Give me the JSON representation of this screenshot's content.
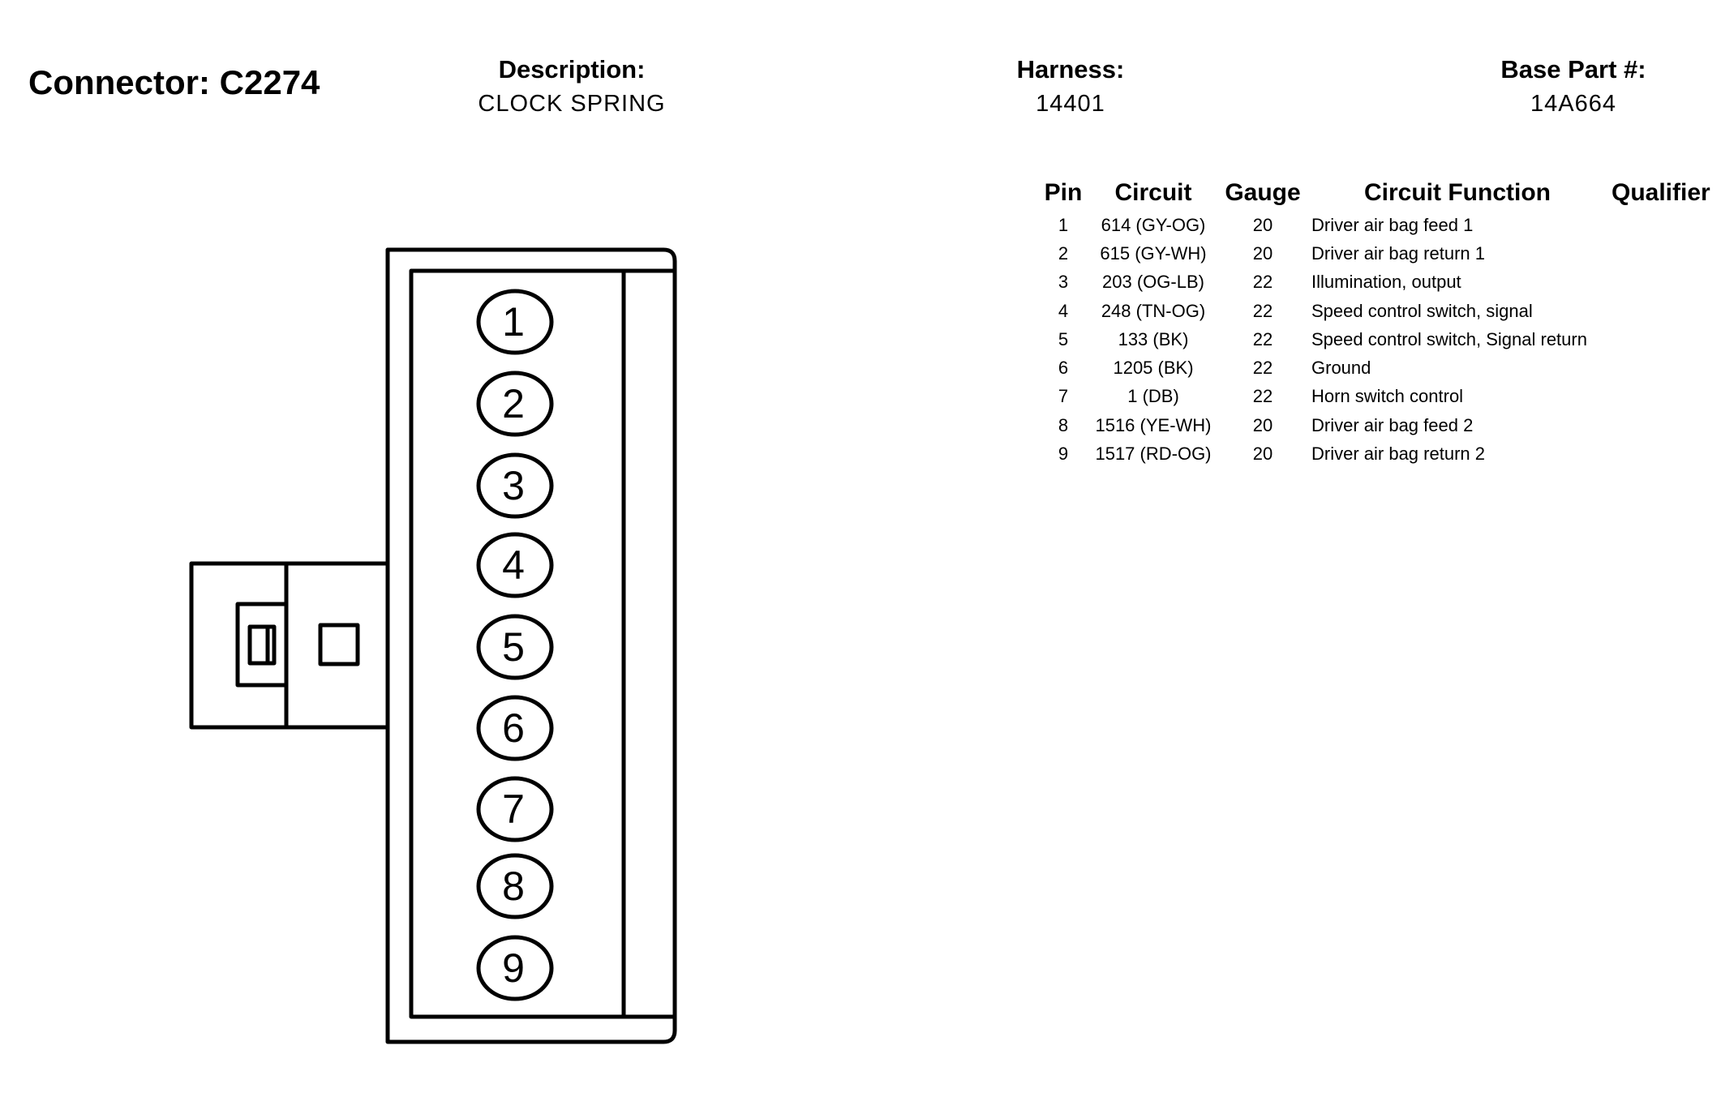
{
  "connector": {
    "title": "Connector: C2274",
    "description_label": "Description:",
    "description_value": "CLOCK SPRING",
    "harness_label": "Harness:",
    "harness_value": "14401",
    "base_part_label": "Base Part #:",
    "base_part_value": "14A664"
  },
  "table": {
    "headers": [
      "Pin",
      "Circuit",
      "Gauge",
      "Circuit Function",
      "Qualifier"
    ],
    "rows": [
      {
        "pin": "1",
        "circuit": "614 (GY-OG)",
        "gauge": "20",
        "function": "Driver air bag feed 1",
        "qualifier": ""
      },
      {
        "pin": "2",
        "circuit": "615 (GY-WH)",
        "gauge": "20",
        "function": "Driver air bag return 1",
        "qualifier": ""
      },
      {
        "pin": "3",
        "circuit": "203 (OG-LB)",
        "gauge": "22",
        "function": "Illumination, output",
        "qualifier": ""
      },
      {
        "pin": "4",
        "circuit": "248 (TN-OG)",
        "gauge": "22",
        "function": "Speed control switch, signal",
        "qualifier": ""
      },
      {
        "pin": "5",
        "circuit": "133 (BK)",
        "gauge": "22",
        "function": "Speed control switch, Signal return",
        "qualifier": ""
      },
      {
        "pin": "6",
        "circuit": "1205 (BK)",
        "gauge": "22",
        "function": "Ground",
        "qualifier": ""
      },
      {
        "pin": "7",
        "circuit": "1 (DB)",
        "gauge": "22",
        "function": "Horn switch control",
        "qualifier": ""
      },
      {
        "pin": "8",
        "circuit": "1516 (YE-WH)",
        "gauge": "20",
        "function": "Driver air bag feed 2",
        "qualifier": ""
      },
      {
        "pin": "9",
        "circuit": "1517 (RD-OG)",
        "gauge": "20",
        "function": "Driver air bag return 2",
        "qualifier": ""
      }
    ]
  },
  "diagram": {
    "pin_labels": [
      "1",
      "2",
      "3",
      "4",
      "5",
      "6",
      "7",
      "8",
      "9"
    ]
  }
}
